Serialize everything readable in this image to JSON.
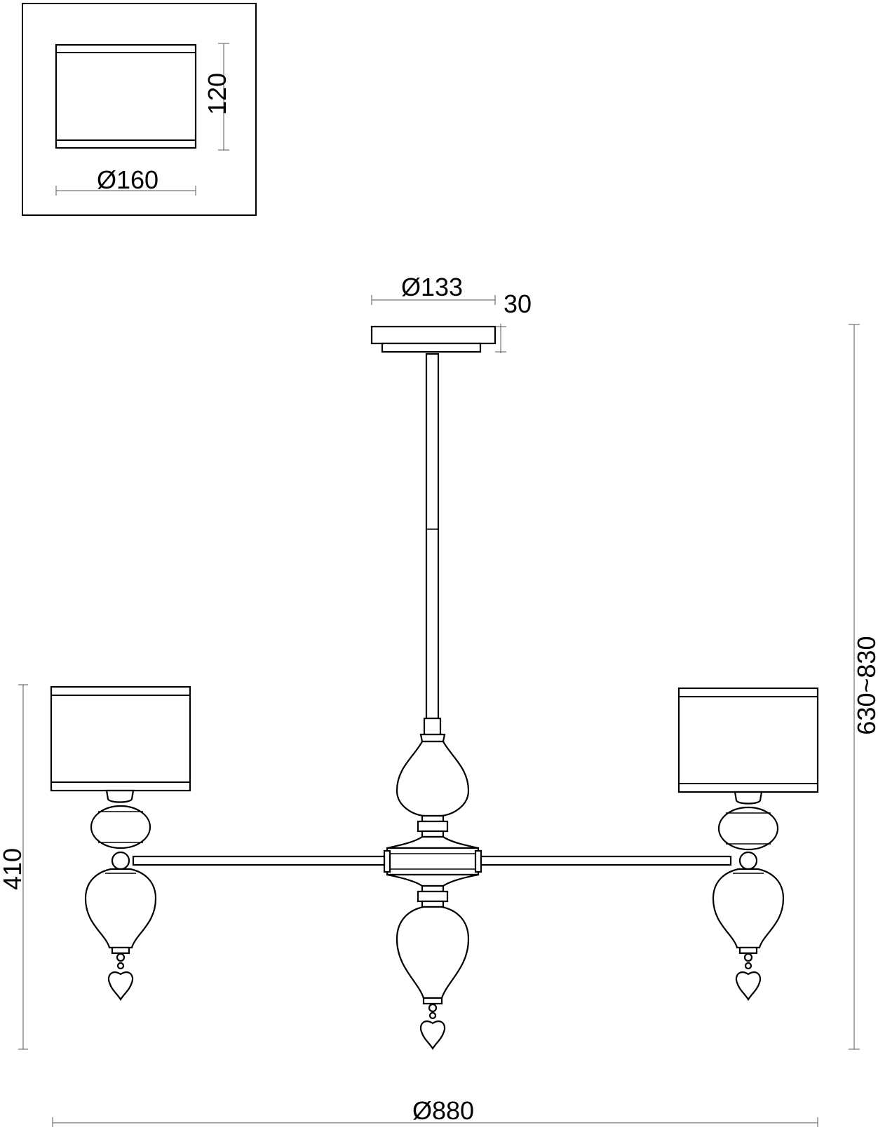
{
  "dimensions": {
    "shade_height": "120",
    "shade_diameter": "Ø160",
    "canopy_diameter": "Ø133",
    "canopy_height": "30",
    "overall_height": "630~830",
    "arm_height": "410",
    "overall_width": "Ø880"
  }
}
